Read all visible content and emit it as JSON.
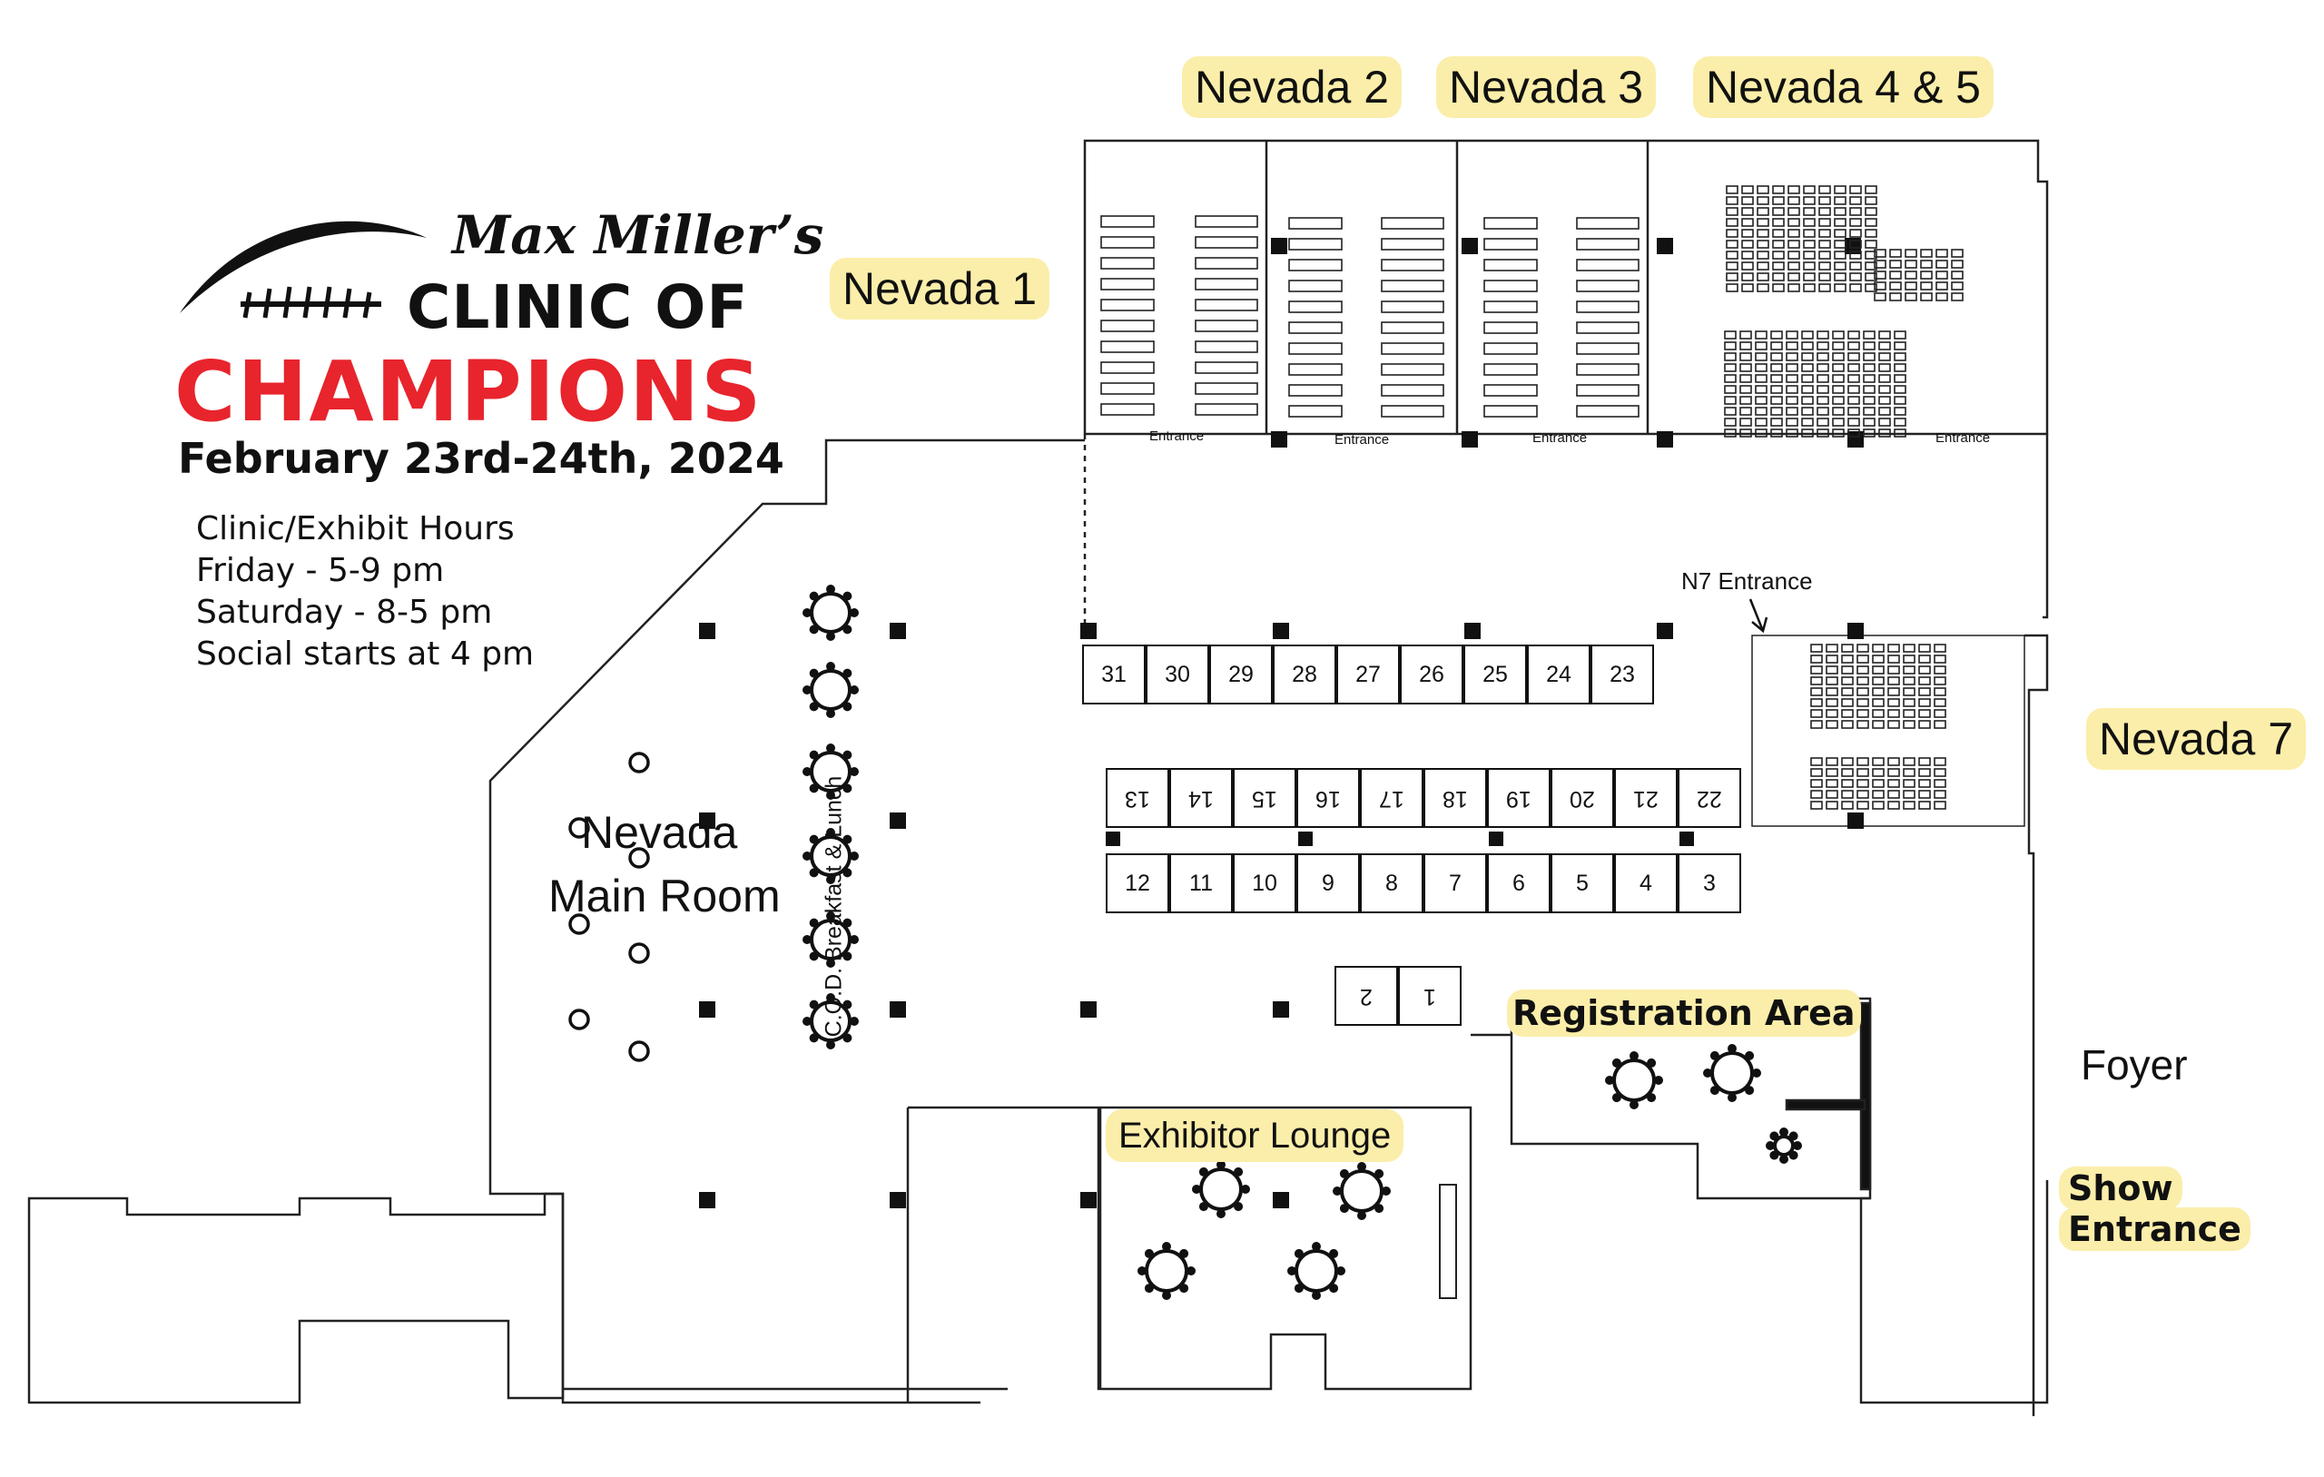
{
  "branding": {
    "name_script": "Max Miller’s",
    "title_line1": "CLINIC OF",
    "title_line2": "CHAMPIONS",
    "dates": "February 23rd-24th, 2024",
    "accent_color": "#e8242c"
  },
  "hours": {
    "heading": "Clinic/Exhibit Hours",
    "friday": "Friday - 5-9 pm",
    "saturday": "Saturday - 8-5 pm",
    "social": "Social starts at 4 pm"
  },
  "rooms": {
    "nevada1": "Nevada 1",
    "nevada2": "Nevada 2",
    "nevada3": "Nevada 3",
    "nevada45": "Nevada 4 & 5",
    "nevada7": "Nevada 7",
    "main_room_line1": "Nevada",
    "main_room_line2": "Main Room",
    "registration": "Registration Area",
    "exhibitor_lounge": "Exhibitor Lounge",
    "foyer": "Foyer",
    "show_entrance_line1": "Show",
    "show_entrance_line2": "Entrance",
    "cod_label": "C.O.D. Breakfast & Lunch"
  },
  "entrances": {
    "label": "Entrance",
    "n7": "N7 Entrance"
  },
  "booths": {
    "top_row": [
      "31",
      "30",
      "29",
      "28",
      "27",
      "26",
      "25",
      "24",
      "23"
    ],
    "middle_upper_row": [
      "13",
      "14",
      "15",
      "16",
      "17",
      "18",
      "19",
      "20",
      "21",
      "22"
    ],
    "middle_lower_row": [
      "12",
      "11",
      "10",
      "9",
      "8",
      "7",
      "6",
      "5",
      "4",
      "3"
    ],
    "registration_pair": [
      "2",
      "1"
    ]
  },
  "highlight_color": "#fbeeaa"
}
